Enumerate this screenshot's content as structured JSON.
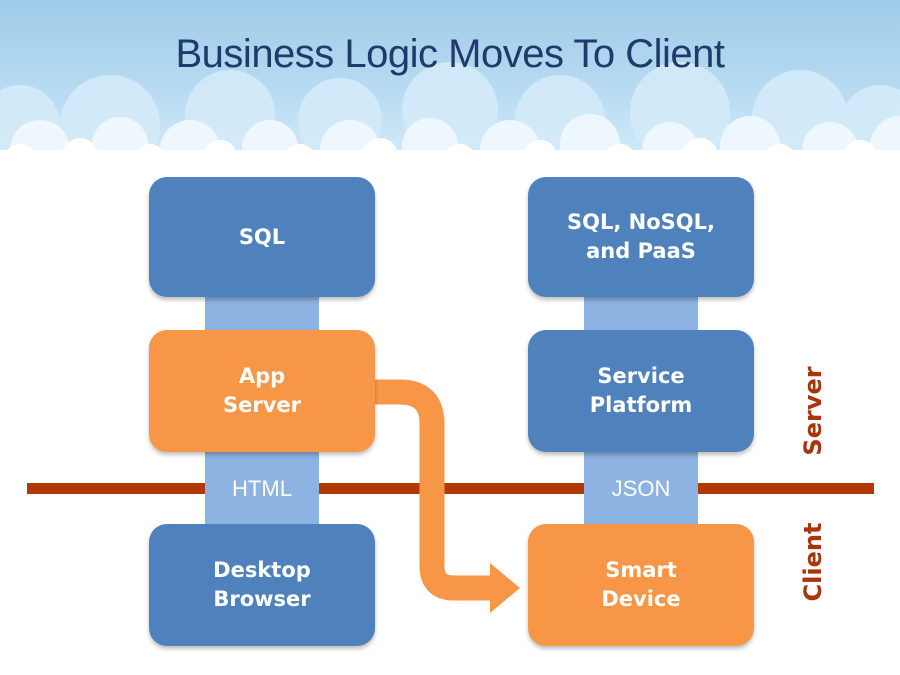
{
  "title": "Business Logic Moves To Client",
  "left_stack": {
    "top": "SQL",
    "middle": [
      "App",
      "Server"
    ],
    "connector": "HTML",
    "bottom": [
      "Desktop",
      "Browser"
    ]
  },
  "right_stack": {
    "top": [
      "SQL, NoSQL,",
      "and PaaS"
    ],
    "middle": [
      "Service",
      "Platform"
    ],
    "connector": "JSON",
    "bottom": [
      "Smart",
      "Device"
    ]
  },
  "side_labels": {
    "server": "Server",
    "client": "Client"
  },
  "colors": {
    "blue_box": "#4f81bd",
    "orange_box": "#f79646",
    "connector": "#8db3e2",
    "divider": "#b13a04",
    "title": "#1f3a6b"
  }
}
